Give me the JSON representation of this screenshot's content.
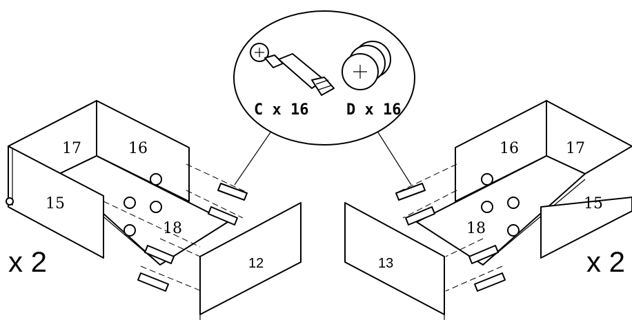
{
  "callout": {
    "part_c_label": "C x 16",
    "part_d_label": "D x 16"
  },
  "left_assembly": {
    "panel_labels": [
      "17",
      "16",
      "15",
      "18",
      "12"
    ],
    "multiplier": "x 2"
  },
  "right_assembly": {
    "panel_labels": [
      "16",
      "17",
      "15",
      "18",
      "13"
    ],
    "multiplier": "x 2"
  },
  "colors": {
    "line": "#000000",
    "background": "#ffffff"
  }
}
